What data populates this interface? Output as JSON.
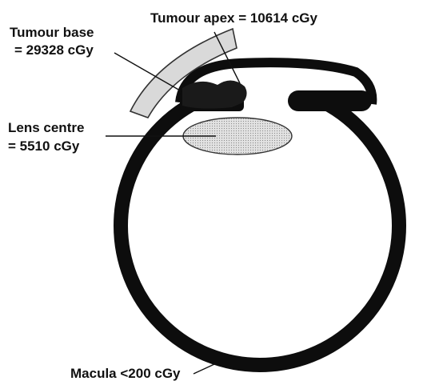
{
  "labels": {
    "tumour_base_line1": "Tumour base",
    "tumour_base_line2": "= 29328 cGy",
    "tumour_apex": "Tumour apex = 10614 cGy",
    "lens_centre_line1": "Lens centre",
    "lens_centre_line2": "= 5510 cGy",
    "macula": "Macula <200 cGy"
  },
  "colors": {
    "eye_wall": "#0d0d0d",
    "tumour": "#1a1a1a",
    "plaque": "#d9d9d9",
    "lens": "#d6d6d6",
    "leader_lines": "#111111"
  }
}
